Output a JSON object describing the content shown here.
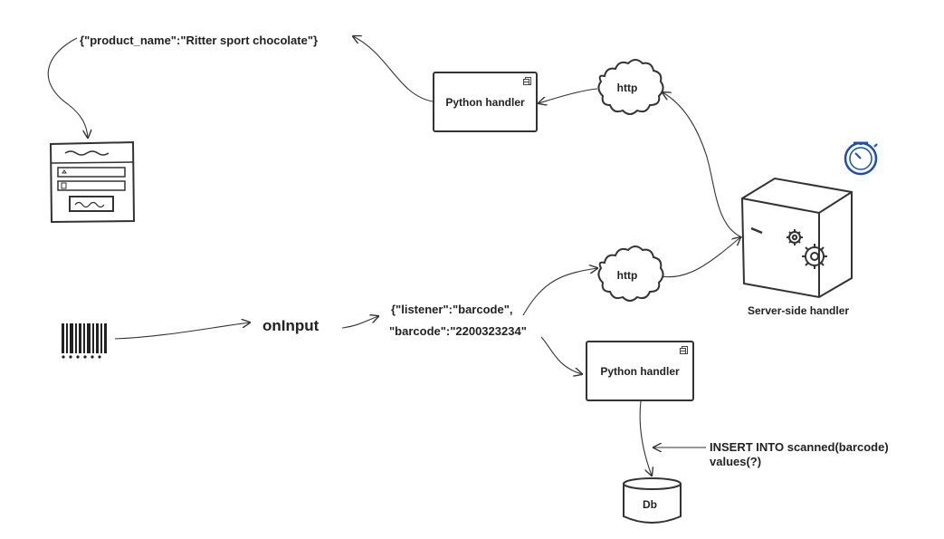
{
  "json_response": {
    "key": "\"product_name\"",
    "sep": ":",
    "value": "\"Ritter sport chocolate\"",
    "open": "{",
    "close": "}"
  },
  "python_handler_top": {
    "label": "Python handler"
  },
  "python_handler_bottom": {
    "label": "Python handler"
  },
  "http_top": {
    "label": "http"
  },
  "http_bottom": {
    "label": "http"
  },
  "oninput": {
    "label": "onInput"
  },
  "json_request": {
    "line1": "{\"listener\":\"barcode\",",
    "line2": "\"barcode\":\"2200323234\""
  },
  "server": {
    "label": "Server-side handler"
  },
  "sql": {
    "line1": "INSERT INTO scanned(barcode)",
    "line2": "values(?)"
  },
  "db": {
    "label": "Db"
  },
  "colors": {
    "stroke": "#333333",
    "stopwatch": "#1a4fb5"
  },
  "icons": [
    "login-form-icon",
    "barcode-icon",
    "stopwatch-icon",
    "server-icon",
    "gear-icon"
  ]
}
